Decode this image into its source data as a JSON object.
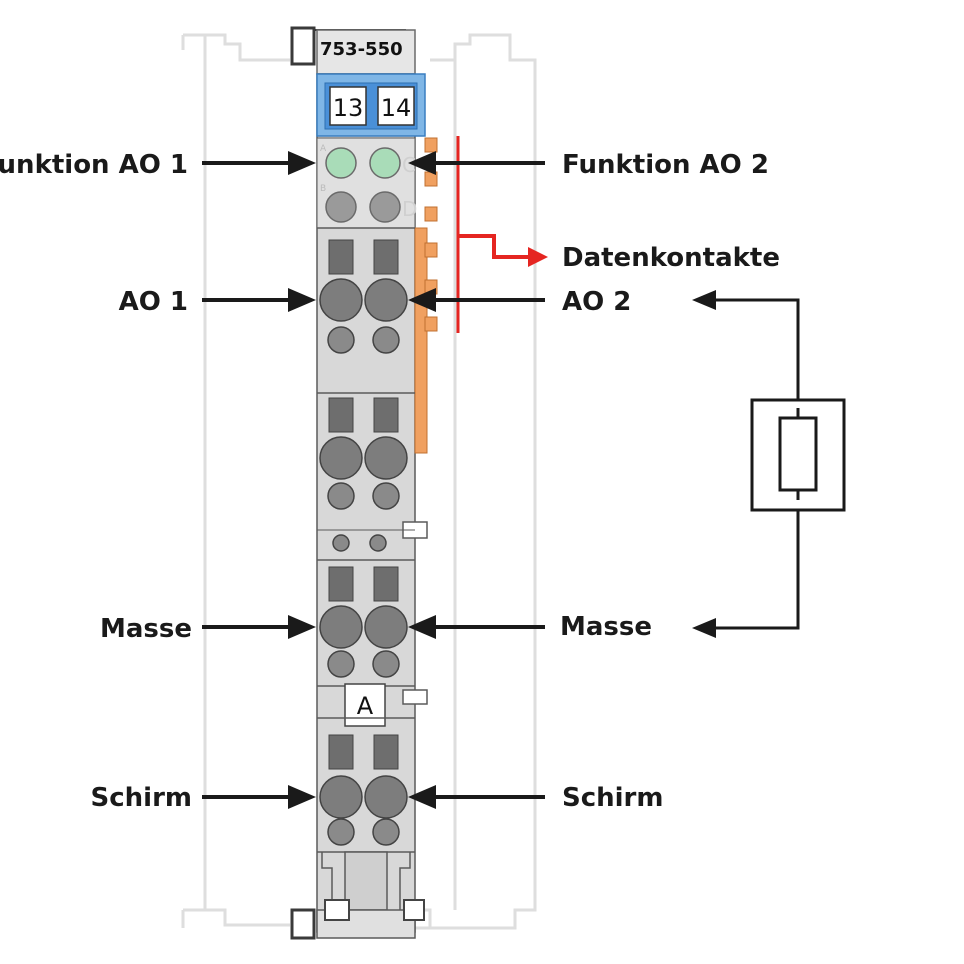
{
  "module": {
    "part_number": "753-550",
    "terminal_left": "13",
    "terminal_right": "14",
    "code_letter": "A",
    "led_letters": [
      "A",
      "C",
      "B",
      "D"
    ]
  },
  "labels": {
    "funktion_ao1": "Funktion AO 1",
    "funktion_ao2": "Funktion AO 2",
    "datenkontakte": "Datenkontakte",
    "ao1": "AO 1",
    "ao2": "AO 2",
    "masse_left": "Masse",
    "masse_right": "Masse",
    "schirm_left": "Schirm",
    "schirm_right": "Schirm"
  },
  "colors": {
    "housing": "#d8d8d8",
    "housing_dark": "#c8c8c8",
    "outline": "#3a3a3a",
    "header_blue": "#7fb6e6",
    "led_green": "#a9dcb8",
    "led_grey": "#9a9a9a",
    "slot": "#6e6e6e",
    "clamp": "#7d7d7d",
    "orange": "#f0a060",
    "data_red": "#e52521",
    "arrow": "#1a1a1a",
    "rail": "#dcdcdc"
  }
}
